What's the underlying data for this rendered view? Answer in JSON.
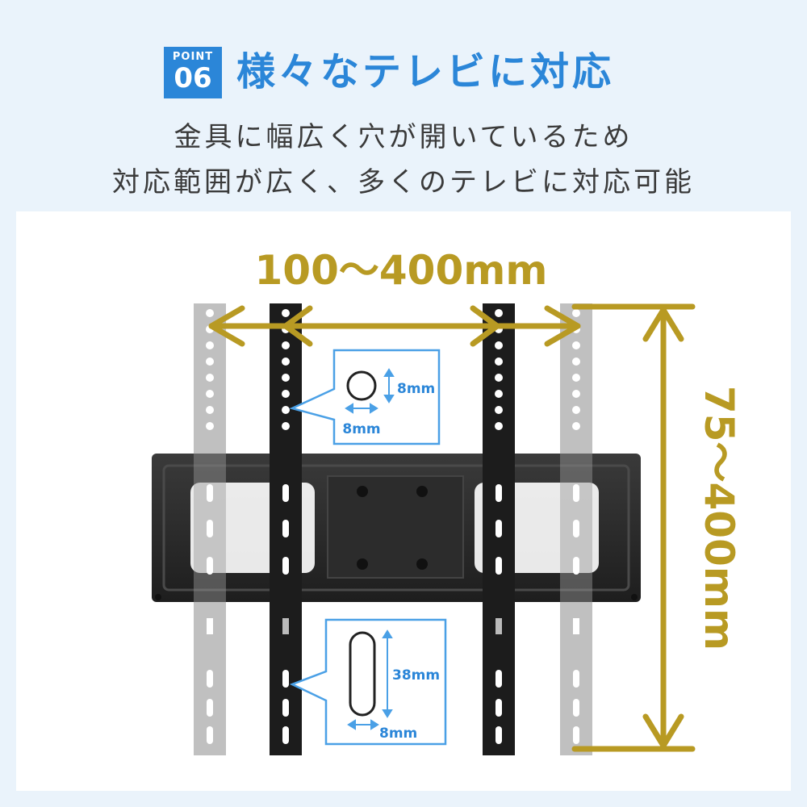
{
  "header": {
    "badge_small": "POINT",
    "badge_number": "06",
    "title": "様々なテレビに対応",
    "subtitle_line1": "金具に幅広く穴が開いているため",
    "subtitle_line2": "対応範囲が広く、多くのテレビに対応可能"
  },
  "diagram": {
    "width_range": "100～400mm",
    "height_range": "75～400mm",
    "round_hole": {
      "height": "8mm",
      "width": "8mm"
    },
    "slot_hole": {
      "height": "38mm",
      "width": "8mm"
    }
  },
  "colors": {
    "accent_blue": "#2b86d8",
    "gold": "#b89a23",
    "callout_blue": "#4aa0e6"
  }
}
